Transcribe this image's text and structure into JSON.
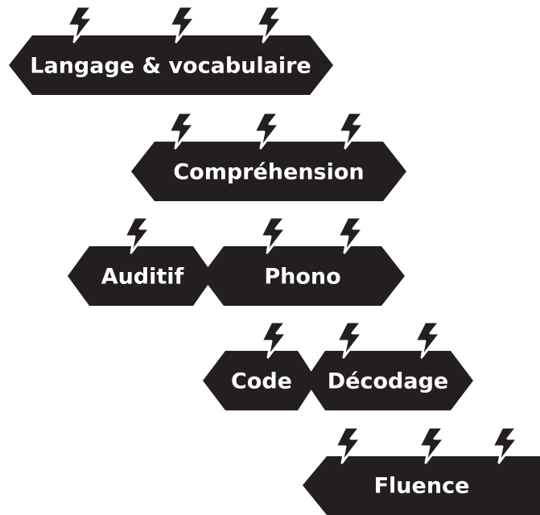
{
  "colors": {
    "badge_fill": "#231f20",
    "text": "#ffffff",
    "background": "#ffffff"
  },
  "icon": "lightning-bolt-icon",
  "rows": [
    {
      "badges": [
        {
          "label": "Langage & vocabulaire",
          "bolts": 3
        }
      ]
    },
    {
      "badges": [
        {
          "label": "Compréhension",
          "bolts": 3
        }
      ]
    },
    {
      "badges": [
        {
          "label": "Auditif",
          "bolts": 1
        },
        {
          "label": "Phono",
          "bolts": 2
        }
      ]
    },
    {
      "badges": [
        {
          "label": "Code",
          "bolts": 1
        },
        {
          "label": "Décodage",
          "bolts": 2
        }
      ]
    },
    {
      "badges": [
        {
          "label": "Fluence",
          "bolts": 3
        }
      ]
    }
  ]
}
